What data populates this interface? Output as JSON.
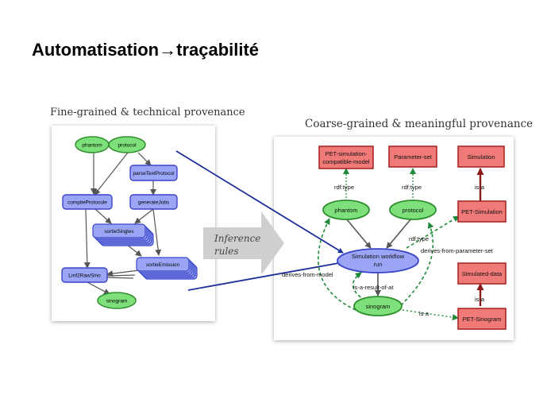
{
  "slide": {
    "title": "Automatisation→traçabilité"
  },
  "fine_grained": {
    "caption": "Fine-grained & technical provenance",
    "nodes": {
      "phantom": "phantom",
      "protocol": "protocol",
      "parseTextProtocol": "parseTextProtocol",
      "compileProtocole": "compileProtocole",
      "generateJobs": "generateJobs",
      "sortieSingles": "sortieSingles",
      "sortieEmission": "sortieEmission",
      "lmf2RawSino": "Lmf2RawSino",
      "sinogram": "sinogram"
    }
  },
  "inference": {
    "label_line1": "Inference",
    "label_line2": "rules"
  },
  "coarse_grained": {
    "caption": "Coarse-grained & meaningful provenance",
    "nodes": {
      "pet_model": "PET-simulation-compatible-model",
      "pet_model_line1": "PET-simulation-",
      "pet_model_line2": "compatible-model",
      "parameter_set": "Parameter-set",
      "simulation": "Simulation",
      "phantom": "phantom",
      "protocol": "protocol",
      "pet_simulation": "PET-Simulation",
      "workflow_run_line1": "Simulation workflow",
      "workflow_run_line2": "run",
      "simulated_data": "Simulated-data",
      "sinogram": "sinogram",
      "pet_sinogram": "PET-Sinogram"
    },
    "edges": {
      "rdf_type_1": "rdf:type",
      "rdf_type_2": "rdf:type",
      "rdf_type_3": "rdf:type",
      "is_a_1": "is-a",
      "is_a_2": "is-a",
      "is_a_3": "is-a",
      "derives_from_parameter_set": "derives-from-parameter-set",
      "derives_from_model": "derives-from-model",
      "is_a_result_of_at": "is-a-result-of-at"
    }
  },
  "colors": {
    "green_fill": "#7de07a",
    "green_stroke": "#2f8f2f",
    "blue_fill": "#9aa6f5",
    "blue_stroke": "#3a45c8",
    "red_fill": "#f07a78",
    "red_stroke": "#a32020",
    "dark_red_arrow": "#8b1a1a",
    "dashed_green": "#1f8a3a",
    "link_line": "#1f2f9a",
    "chevron": "#cfcfcf"
  }
}
